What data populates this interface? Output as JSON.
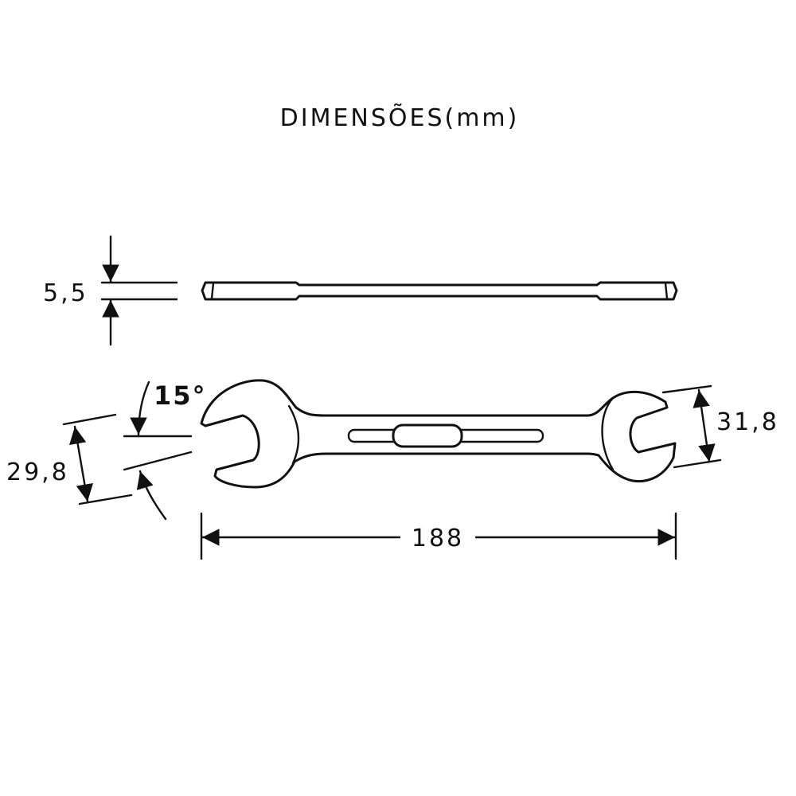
{
  "title": "DIMENSÕES(mm)",
  "dimensions": {
    "thickness": "5,5",
    "angle": "15°",
    "left_opening": "29,8",
    "right_opening": "31,8",
    "length": "188"
  },
  "colors": {
    "line": "#111111",
    "background": "#ffffff"
  }
}
